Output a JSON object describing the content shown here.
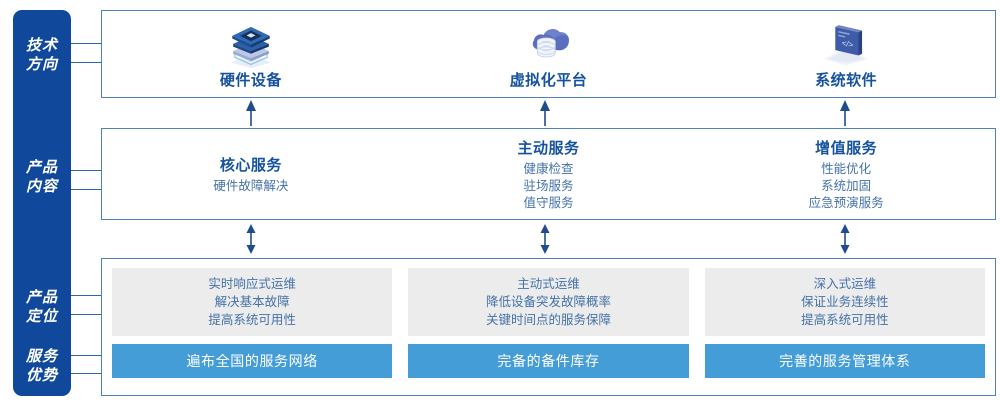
{
  "rail": {
    "labels": [
      {
        "name": "tech-direction",
        "lines": [
          "技术",
          "方向"
        ]
      },
      {
        "name": "product-content",
        "lines": [
          "产品",
          "内容"
        ]
      },
      {
        "name": "product-position",
        "lines": [
          "产品",
          "定位"
        ]
      },
      {
        "name": "service-advantage",
        "lines": [
          "服务",
          "优势"
        ]
      }
    ]
  },
  "tech": {
    "columns": [
      {
        "icon": "server-stack-icon",
        "title": "硬件设备"
      },
      {
        "icon": "cloud-database-icon",
        "title": "虚拟化平台"
      },
      {
        "icon": "laptop-code-icon",
        "title": "系统软件"
      }
    ]
  },
  "content": {
    "columns": [
      {
        "title": "核心服务",
        "items": [
          "硬件故障解决"
        ]
      },
      {
        "title": "主动服务",
        "items": [
          "健康检查",
          "驻场服务",
          "值守服务"
        ]
      },
      {
        "title": "增值服务",
        "items": [
          "性能优化",
          "系统加固",
          "应急预演服务"
        ]
      }
    ]
  },
  "positioning": {
    "cards": [
      {
        "lines": [
          "实时响应式运维",
          "解决基本故障",
          "提高系统可用性"
        ]
      },
      {
        "lines": [
          "主动式运维",
          "降低设备突发故障概率",
          "关键时间点的服务保障"
        ]
      },
      {
        "lines": [
          "深入式运维",
          "保证业务连续性",
          "提高系统可用性"
        ]
      }
    ]
  },
  "advantages": {
    "bars": [
      "遍布全国的服务网络",
      "完备的备件库存",
      "完善的服务管理体系"
    ]
  },
  "colors": {
    "rail_blue": "#10499C",
    "panel_border": "#4E7FBE",
    "title_blue": "#16539E",
    "body_blue": "#4472A8",
    "bar_blue": "#459DD8",
    "card_grey": "#ECECEC"
  }
}
